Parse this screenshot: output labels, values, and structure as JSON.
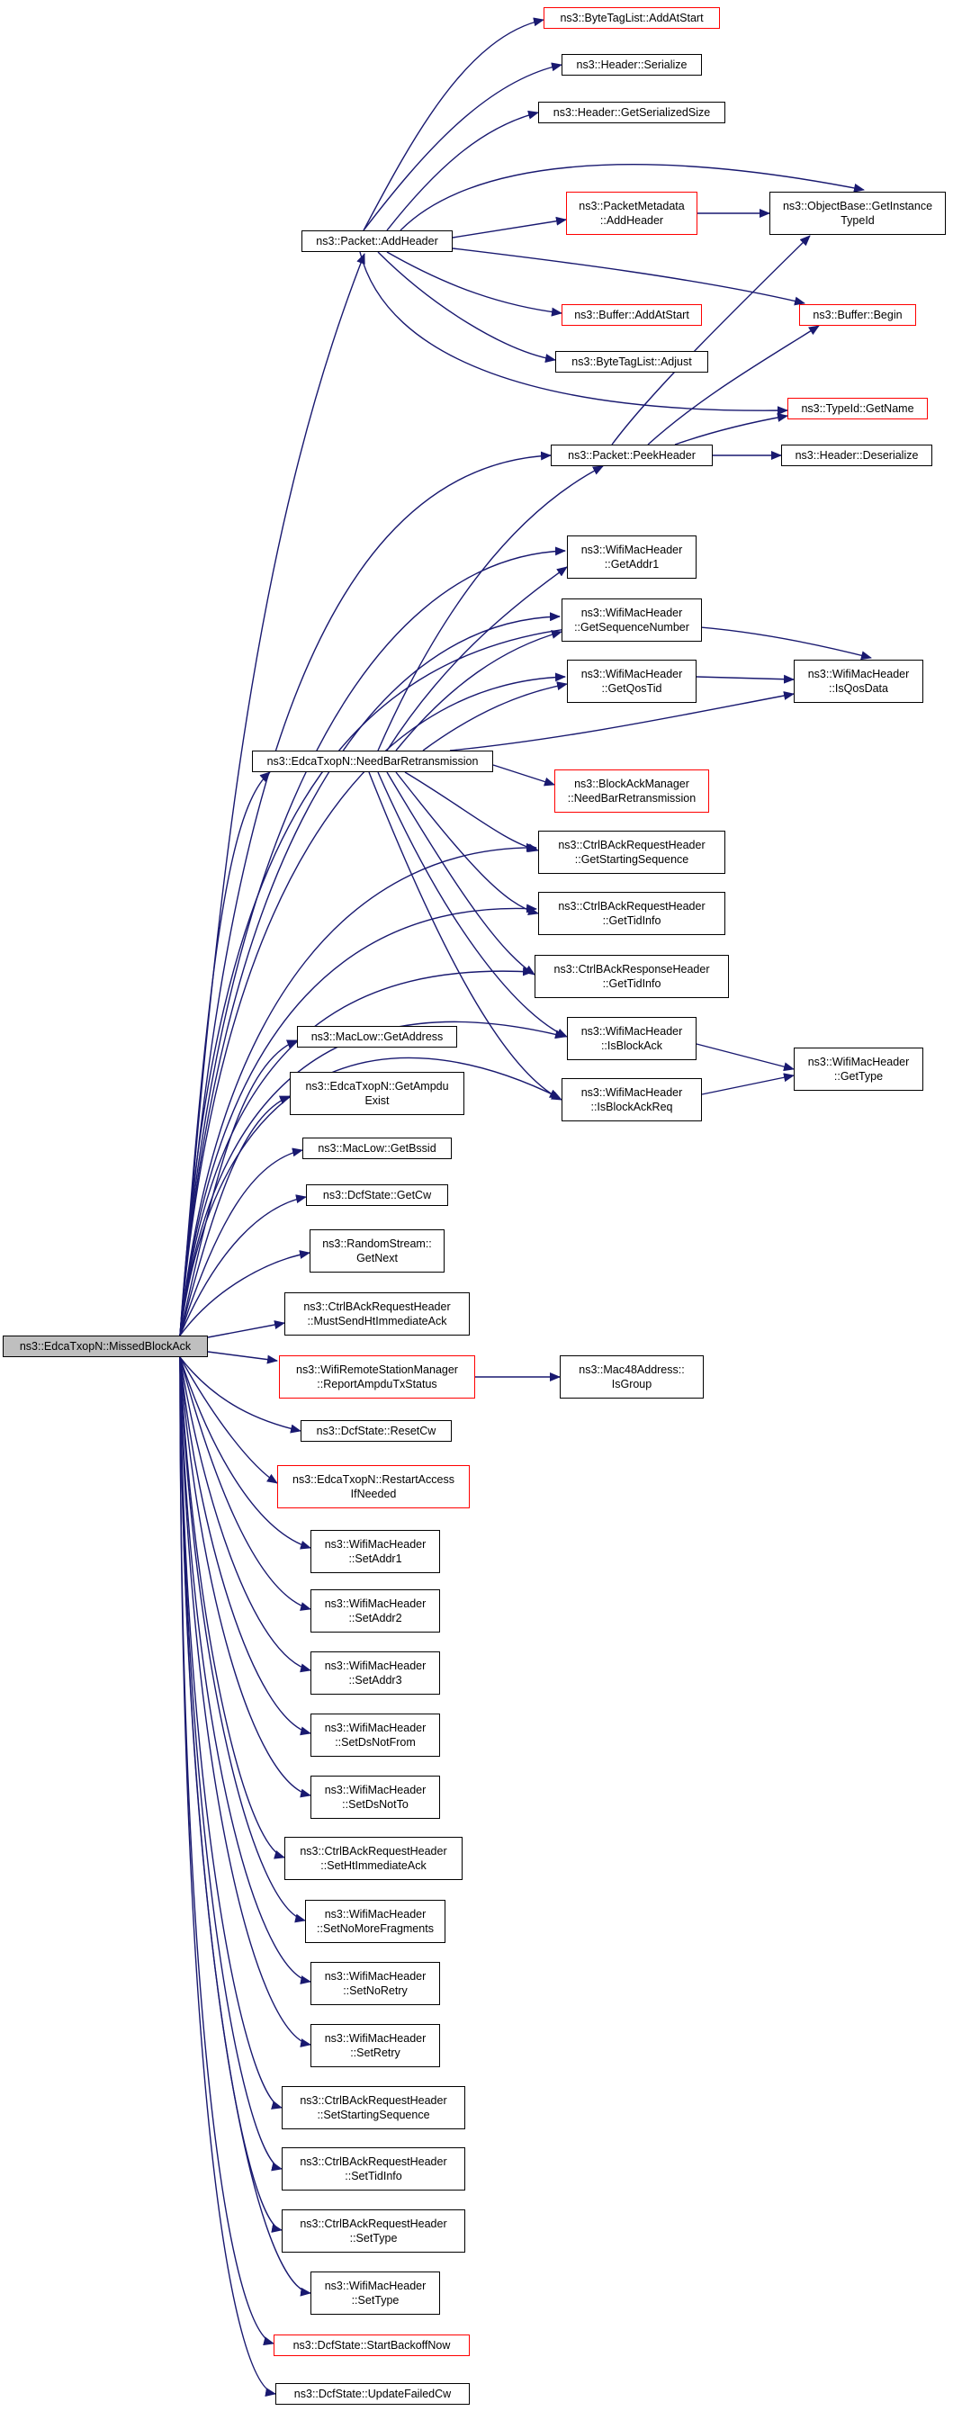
{
  "colors": {
    "edge": "#191970",
    "border": "#000000",
    "red_border": "#ff0000",
    "root_fill": "#bfbfbf",
    "background": "#ffffff"
  },
  "nodes": {
    "root": {
      "label": "ns3::EdcaTxopN::MissedBlockAck"
    },
    "packet_add_header": {
      "label": "ns3::Packet::AddHeader"
    },
    "bytetaglist_add_at_start": {
      "label": "ns3::ByteTagList::AddAtStart"
    },
    "header_serialize": {
      "label": "ns3::Header::Serialize"
    },
    "header_get_serialized_size": {
      "label": "ns3::Header::GetSerializedSize"
    },
    "objectbase_get_instance_typeid": {
      "label": "ns3::ObjectBase::GetInstance\nTypeId"
    },
    "packetmetadata_add_header": {
      "label": "ns3::PacketMetadata\n::AddHeader"
    },
    "buffer_add_at_start": {
      "label": "ns3::Buffer::AddAtStart"
    },
    "buffer_begin": {
      "label": "ns3::Buffer::Begin"
    },
    "bytetaglist_adjust": {
      "label": "ns3::ByteTagList::Adjust"
    },
    "typeid_get_name": {
      "label": "ns3::TypeId::GetName"
    },
    "packet_peek_header": {
      "label": "ns3::Packet::PeekHeader"
    },
    "header_deserialize": {
      "label": "ns3::Header::Deserialize"
    },
    "wifimacheader_get_addr1": {
      "label": "ns3::WifiMacHeader\n::GetAddr1"
    },
    "wifimacheader_get_sequence_number": {
      "label": "ns3::WifiMacHeader\n::GetSequenceNumber"
    },
    "wifimacheader_get_qos_tid": {
      "label": "ns3::WifiMacHeader\n::GetQosTid"
    },
    "wifimacheader_is_qos_data": {
      "label": "ns3::WifiMacHeader\n::IsQosData"
    },
    "edcatxopn_need_bar_retransmission": {
      "label": "ns3::EdcaTxopN::NeedBarRetransmission"
    },
    "blockackmanager_need_bar_retransmission": {
      "label": "ns3::BlockAckManager\n::NeedBarRetransmission"
    },
    "ctrlbackrequestheader_get_starting_sequence": {
      "label": "ns3::CtrlBAckRequestHeader\n::GetStartingSequence"
    },
    "ctrlbackrequestheader_get_tid_info": {
      "label": "ns3::CtrlBAckRequestHeader\n::GetTidInfo"
    },
    "ctrlbackresponseheader_get_tid_info": {
      "label": "ns3::CtrlBAckResponseHeader\n::GetTidInfo"
    },
    "wifimacheader_is_block_ack": {
      "label": "ns3::WifiMacHeader\n::IsBlockAck"
    },
    "wifimacheader_is_block_ack_req": {
      "label": "ns3::WifiMacHeader\n::IsBlockAckReq"
    },
    "wifimacheader_get_type": {
      "label": "ns3::WifiMacHeader\n::GetType"
    },
    "maclow_get_address": {
      "label": "ns3::MacLow::GetAddress"
    },
    "edcatxopn_get_ampdu_exist": {
      "label": "ns3::EdcaTxopN::GetAmpdu\nExist"
    },
    "maclow_get_bssid": {
      "label": "ns3::MacLow::GetBssid"
    },
    "dcfstate_get_cw": {
      "label": "ns3::DcfState::GetCw"
    },
    "randomstream_get_next": {
      "label": "ns3::RandomStream::\nGetNext"
    },
    "ctrlbackrequestheader_must_send_ht_immediate_ack": {
      "label": "ns3::CtrlBAckRequestHeader\n::MustSendHtImmediateAck"
    },
    "wifiremotestationmanager_report_ampdu_tx_status": {
      "label": "ns3::WifiRemoteStationManager\n::ReportAmpduTxStatus"
    },
    "mac48address_is_group": {
      "label": "ns3::Mac48Address::\nIsGroup"
    },
    "dcfstate_reset_cw": {
      "label": "ns3::DcfState::ResetCw"
    },
    "edcatxopn_restart_access_if_needed": {
      "label": "ns3::EdcaTxopN::RestartAccess\nIfNeeded"
    },
    "wifimacheader_set_addr1": {
      "label": "ns3::WifiMacHeader\n::SetAddr1"
    },
    "wifimacheader_set_addr2": {
      "label": "ns3::WifiMacHeader\n::SetAddr2"
    },
    "wifimacheader_set_addr3": {
      "label": "ns3::WifiMacHeader\n::SetAddr3"
    },
    "wifimacheader_set_ds_not_from": {
      "label": "ns3::WifiMacHeader\n::SetDsNotFrom"
    },
    "wifimacheader_set_ds_not_to": {
      "label": "ns3::WifiMacHeader\n::SetDsNotTo"
    },
    "ctrlbackrequestheader_set_ht_immediate_ack": {
      "label": "ns3::CtrlBAckRequestHeader\n::SetHtImmediateAck"
    },
    "wifimacheader_set_no_more_fragments": {
      "label": "ns3::WifiMacHeader\n::SetNoMoreFragments"
    },
    "wifimacheader_set_no_retry": {
      "label": "ns3::WifiMacHeader\n::SetNoRetry"
    },
    "wifimacheader_set_retry": {
      "label": "ns3::WifiMacHeader\n::SetRetry"
    },
    "ctrlbackrequestheader_set_starting_sequence": {
      "label": "ns3::CtrlBAckRequestHeader\n::SetStartingSequence"
    },
    "ctrlbackrequestheader_set_tid_info": {
      "label": "ns3::CtrlBAckRequestHeader\n::SetTidInfo"
    },
    "ctrlbackrequestheader_set_type": {
      "label": "ns3::CtrlBAckRequestHeader\n::SetType"
    },
    "wifimacheader_set_type": {
      "label": "ns3::WifiMacHeader\n::SetType"
    },
    "dcfstate_start_backoff_if_now": {
      "label": "ns3::DcfState::StartBackoffNow"
    },
    "dcfstate_update_failed_cw": {
      "label": "ns3::DcfState::UpdateFailedCw"
    }
  }
}
